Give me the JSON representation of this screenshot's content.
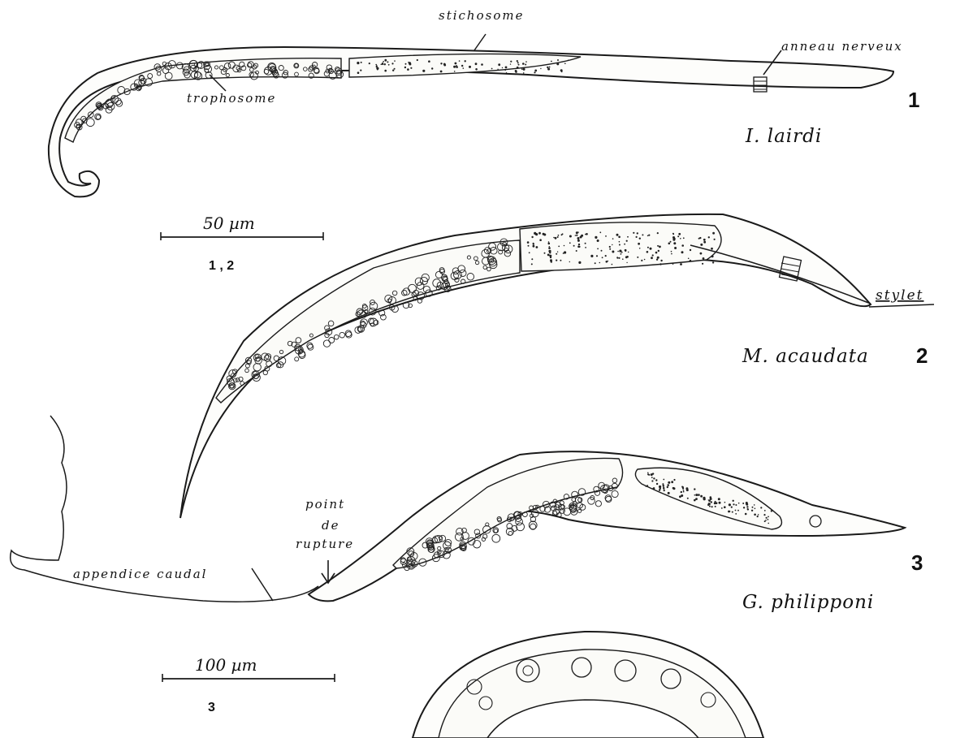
{
  "figure1": {
    "labels": {
      "stichosome": "stichosome",
      "anneau": "anneau nerveux",
      "trophosome": "trophosome"
    },
    "number": "1",
    "species": "I. lairdi"
  },
  "figure2": {
    "labels": {
      "stylet": "stylet"
    },
    "number": "2",
    "species": "M. acaudata"
  },
  "figure3": {
    "labels": {
      "point": "point",
      "de": "de",
      "rupture": "rupture",
      "appendice": "appendice caudal"
    },
    "number": "3",
    "species": "G. philipponi"
  },
  "scalebars": [
    {
      "length": "50 µm",
      "applies_to": "1 , 2"
    },
    {
      "length": "100 µm",
      "applies_to": "3"
    }
  ]
}
